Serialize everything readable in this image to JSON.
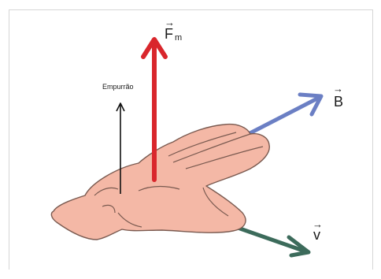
{
  "diagram": {
    "labels": {
      "push": "Empurrão",
      "force": {
        "symbol": "F",
        "subscript": "m",
        "arrow": "→"
      },
      "field": {
        "symbol": "B",
        "arrow": "→"
      },
      "velocity": {
        "symbol": "v",
        "arrow": "→"
      }
    },
    "colors": {
      "force_arrow": "#d9262c",
      "field_arrow": "#6b7fc4",
      "velocity_arrow": "#3c6b5b",
      "push_arrow": "#111111",
      "hand_fill": "#f4b8a6",
      "hand_outline": "#7a5a50",
      "frame": "#d6d6d6"
    }
  }
}
